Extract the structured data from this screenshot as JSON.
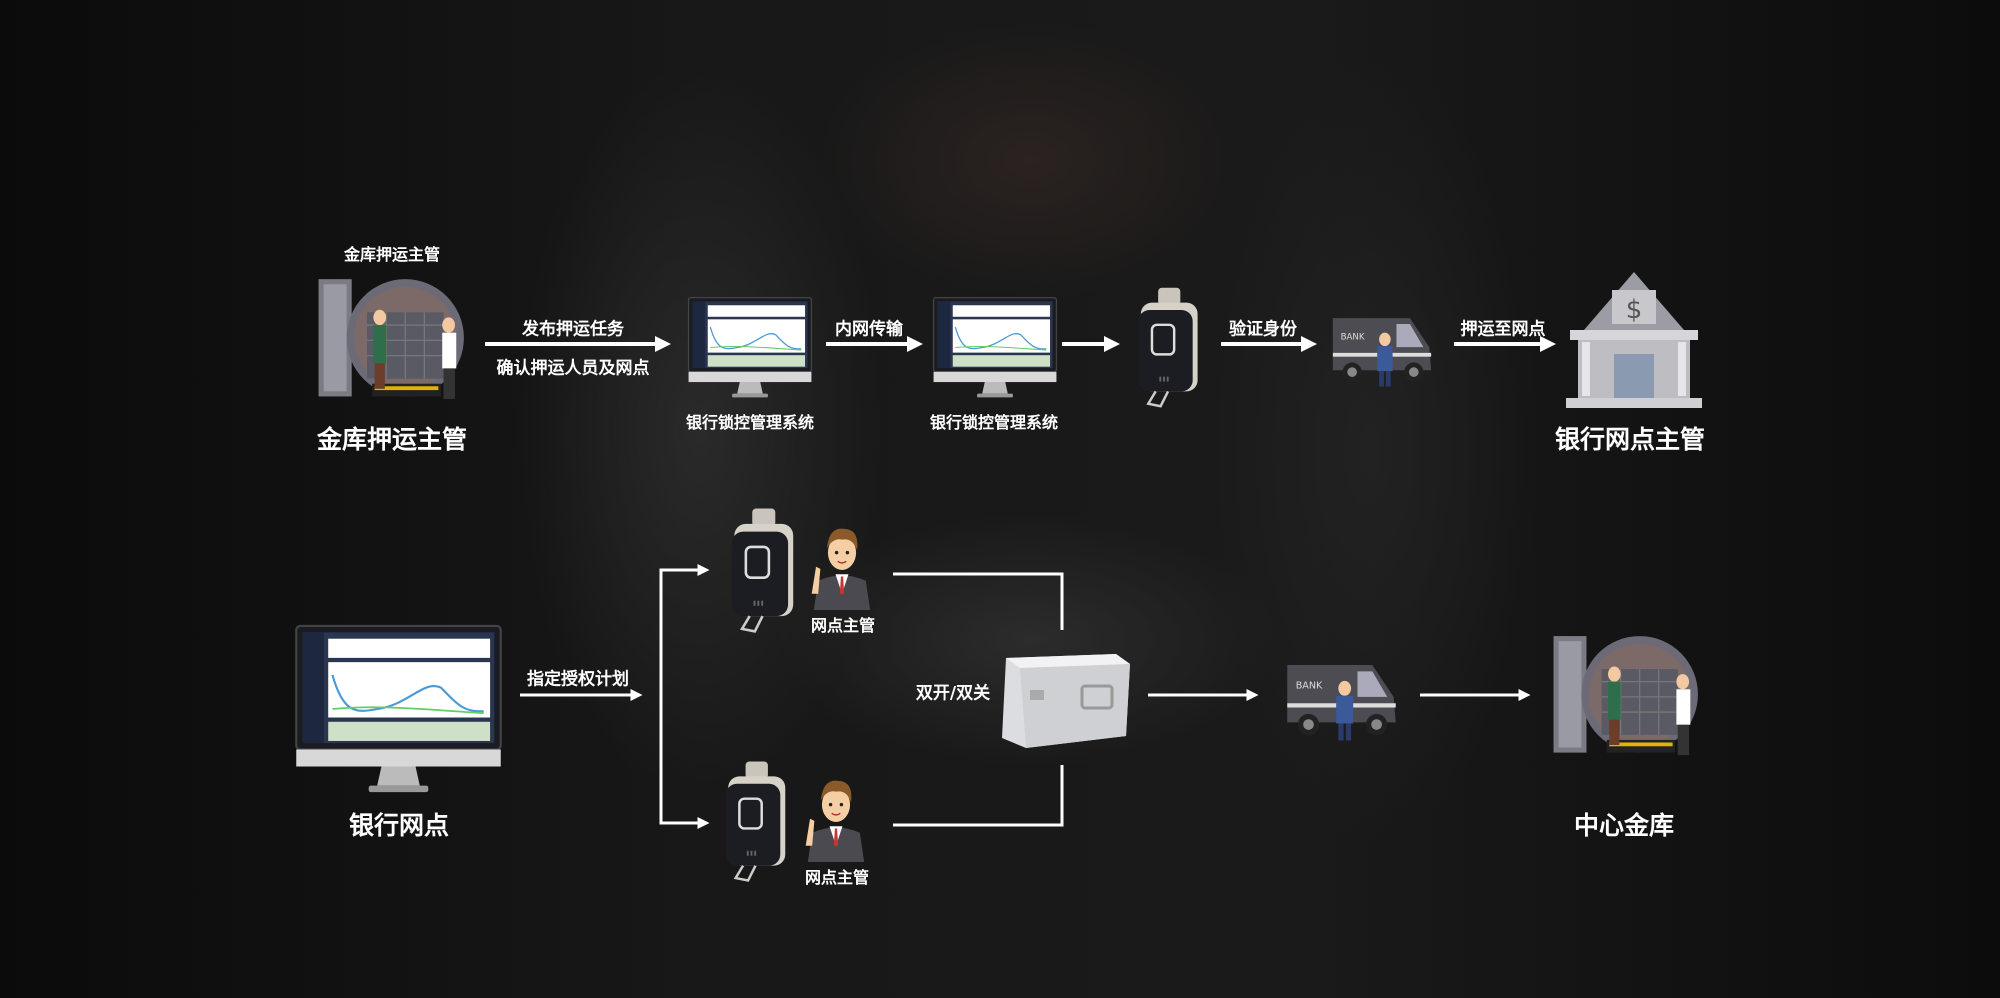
{
  "top_flow": {
    "vault_caption": "金库押运主管",
    "vault_label": "金库押运主管",
    "step1_top": "发布押运任务",
    "step1_bottom": "确认押运人员及网点",
    "system1_label": "银行锁控管理系统",
    "step2": "内网传输",
    "system2_label": "银行锁控管理系统",
    "step4": "验证身份",
    "step5": "押运至网点",
    "bank_label": "银行网点主管"
  },
  "bottom_flow": {
    "branch_label": "银行网点",
    "step1": "指定授权计划",
    "supervisor1_label": "网点主管",
    "supervisor2_label": "网点主管",
    "box_label": "双开/双关",
    "vault_label": "中心金库"
  },
  "colors": {
    "arrow": "#ffffff",
    "background": "#0d0d0d",
    "lock_body": "#1b1d22"
  }
}
